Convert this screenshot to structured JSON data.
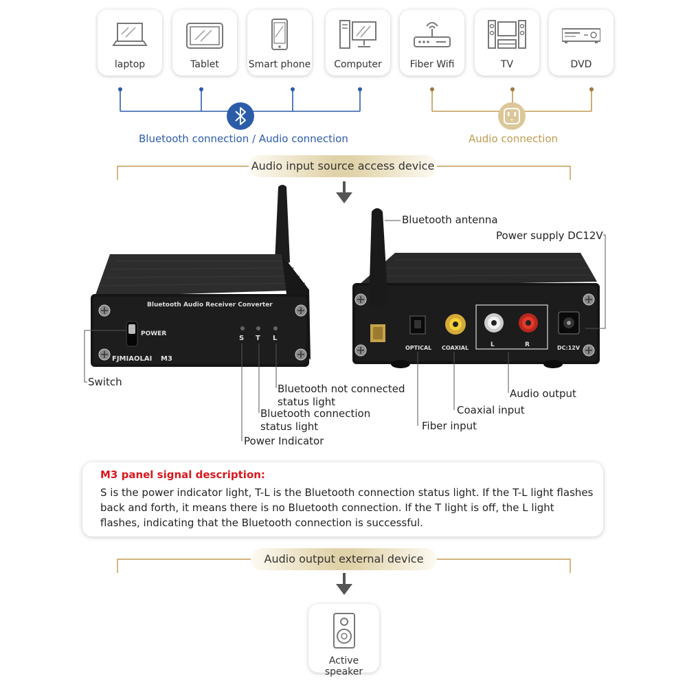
{
  "devices": [
    {
      "label": "laptop",
      "icon": "laptop-icon"
    },
    {
      "label": "Tablet",
      "icon": "tablet-icon"
    },
    {
      "label": "Smart phone",
      "icon": "smartphone-icon"
    },
    {
      "label": "Computer",
      "icon": "computer-icon"
    },
    {
      "label": "Fiber Wifi",
      "icon": "router-icon"
    },
    {
      "label": "TV",
      "icon": "tv-icon"
    },
    {
      "label": "DVD",
      "icon": "dvd-icon"
    }
  ],
  "connections": {
    "bluetooth_label": "Bluetooth connection / Audio connection",
    "audio_label": "Audio connection",
    "bluetooth_color": "#2b5ca8",
    "audio_color": "#c09a50"
  },
  "input_section": {
    "title": "Audio input source access device"
  },
  "front_panel": {
    "header": "Bluetooth Audio Receiver Converter",
    "brand": "FJMIAOLAI",
    "model": "M3",
    "power_label": "POWER",
    "lights": [
      "S",
      "T",
      "L"
    ]
  },
  "rear_panel": {
    "port_labels": [
      "OPTICAL",
      "COAXIAL",
      "L",
      "R",
      "DC:12V"
    ]
  },
  "callouts": {
    "switch": "Switch",
    "bt_not_connected": [
      "Bluetooth not connected",
      "status light"
    ],
    "bt_connection": [
      "Bluetooth connection",
      "status light"
    ],
    "power_indicator": "Power Indicator",
    "antenna": "Bluetooth antenna",
    "power_supply": "Power supply DC12V",
    "audio_output": "Audio output",
    "coaxial_input": "Coaxial input",
    "fiber_input": "Fiber input"
  },
  "description": {
    "title": "M3 panel signal description:",
    "body": "S is the power indicator light, T-L is the Bluetooth connection status light. If the T-L light flashes back and forth, it means there is no Bluetooth connection. If the T light is off, the L light flashes,  indicating that the Bluetooth connection is successful.",
    "title_color": "#d8181f"
  },
  "output_section": {
    "title": "Audio output external device"
  },
  "speaker": {
    "label": "Active speaker",
    "icon": "speaker-icon"
  }
}
